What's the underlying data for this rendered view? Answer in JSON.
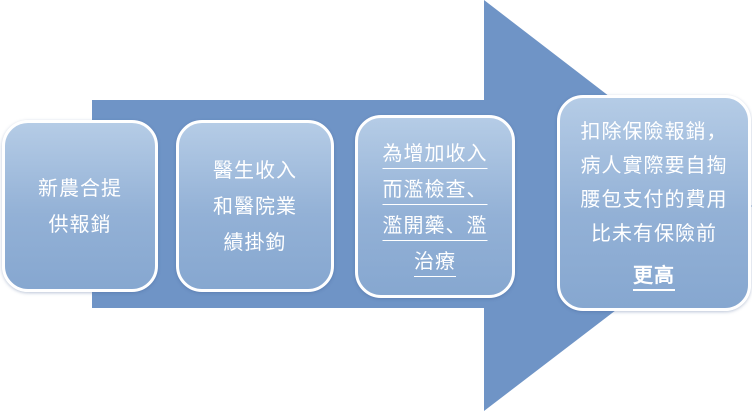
{
  "colors": {
    "arrow": "#6f94c6",
    "box_fill": "#93b1d6",
    "box_border": "#ffffff",
    "text": "#ffffff"
  },
  "steps": [
    {
      "lines": [
        "新農合提",
        "供報銷"
      ]
    },
    {
      "lines": [
        "醫生收入",
        "和醫院業",
        "績掛鉤"
      ]
    },
    {
      "lines": [
        "為增加收入",
        "而濫檢查、",
        "濫開藥、濫",
        "治療"
      ]
    },
    {
      "lines": [
        "扣除保險報銷，",
        "病人實際要自掏",
        "腰包支付的費用",
        "比未有保險前"
      ],
      "emphasis": "更高"
    }
  ]
}
